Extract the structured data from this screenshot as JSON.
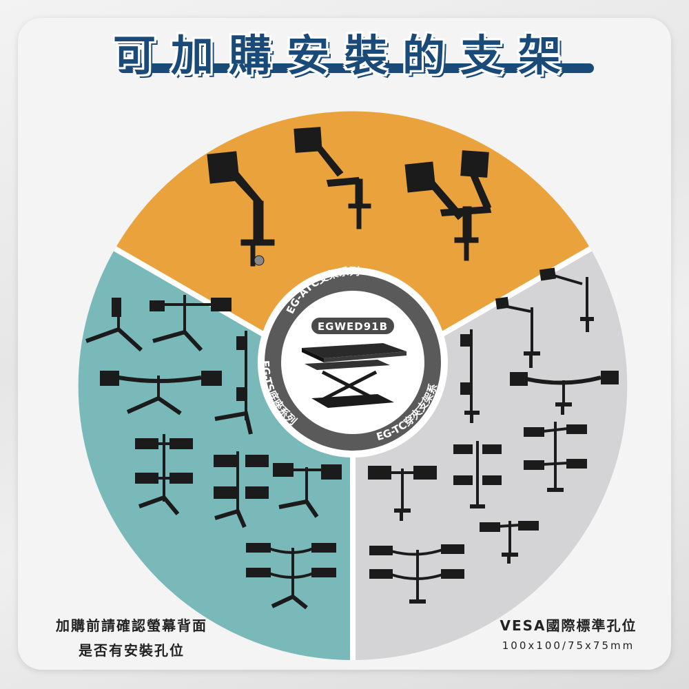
{
  "title": "可加購安裝的支架",
  "center": {
    "model_badge": "EGWED91B",
    "ring_label_top": "EG-ATC支架系列",
    "ring_label_left": "EG-TS底座系列",
    "ring_label_right": "EG-TC穿夾支架系"
  },
  "notes": {
    "left_line1": "加購前請確認螢幕背面",
    "left_line2": "是否有安裝孔位",
    "right_line1": "VESA國際標準孔位",
    "right_line2": "100x100/75x75mm"
  },
  "colors": {
    "top_segment": "#eaa33c",
    "left_segment": "#79b9b9",
    "right_segment": "#d4d4d6",
    "ring": "#5a5a5a",
    "title_blue": "#1a4a78"
  },
  "icons": [
    "monitor-arm-icon",
    "monitor-stand-icon",
    "monitor-clamp-icon",
    "standing-desk-converter-icon"
  ]
}
